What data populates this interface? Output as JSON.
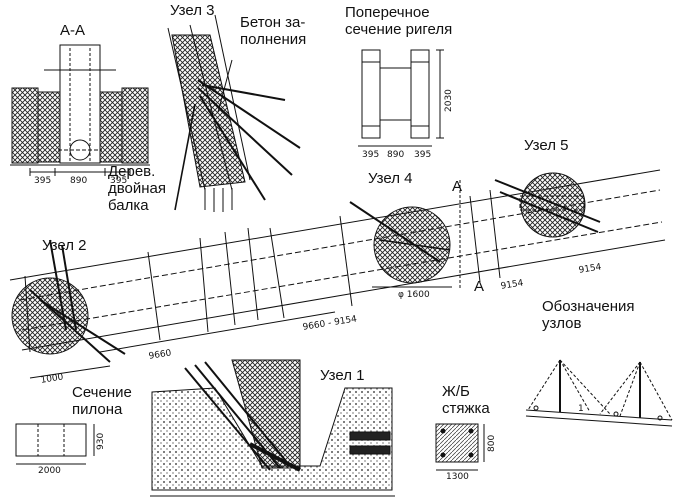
{
  "labels": {
    "section_aa": "А-А",
    "node3": "Узел 3",
    "concrete_fill": "Бетон за-\nполнения",
    "cross_section_girder": "Поперечное\nсечение ригеля",
    "wood_double_beam": "Дерев.\nдвойная\nбалка",
    "node4": "Узел 4",
    "node5": "Узел 5",
    "node2": "Узел 2",
    "section_mark_a1": "А",
    "section_mark_a2": "А",
    "node_legend": "Обозначения\nузлов",
    "pylon_section": "Сечение\nпилона",
    "node1": "Узел 1",
    "rc_tie": "Ж/Б\nстяжка"
  },
  "dimensions": {
    "aa_left": "395",
    "aa_mid": "890",
    "aa_right": "395",
    "girder_left": "395",
    "girder_mid": "890",
    "girder_right": "395",
    "girder_height": "2030",
    "diameter": "φ 1600",
    "span_9154_a": "9154",
    "span_9154_b": "9154",
    "span_9660_9154": "9660 - 9154",
    "span_9660": "9660",
    "span_1000": "1000",
    "pylon_width": "2000",
    "pylon_height": "930",
    "tie_width": "1300",
    "tie_height": "800",
    "legend_node": "1"
  },
  "colors": {
    "ink": "#111111",
    "hatch": "#222222",
    "paper": "#ffffff"
  }
}
